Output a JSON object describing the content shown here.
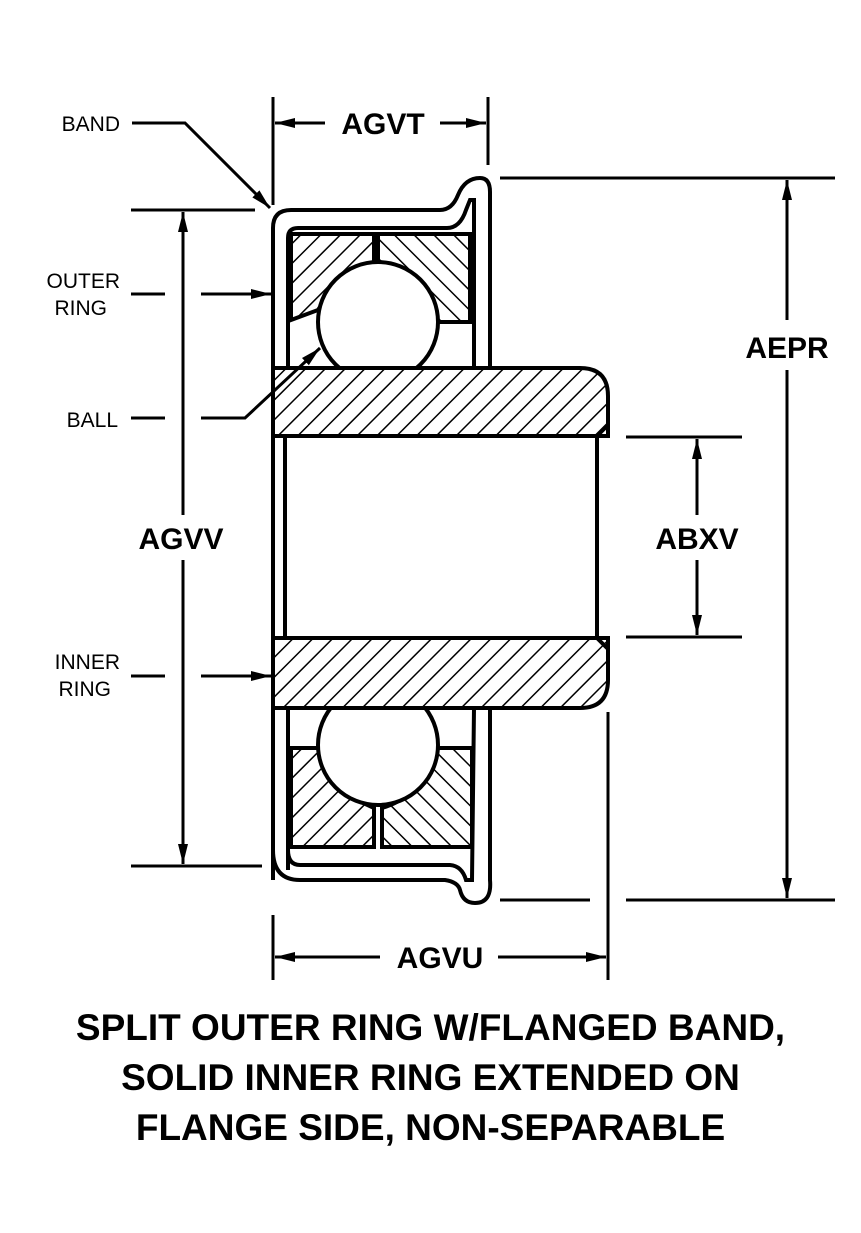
{
  "diagram": {
    "subject": "Flanged ball bearing cross-section",
    "colors": {
      "ink": "#000000",
      "paper": "#ffffff"
    },
    "callouts": {
      "band": "BAND",
      "outer_ring_line1": "OUTER",
      "outer_ring_line2": "RING",
      "ball": "BALL",
      "inner_ring_line1": "INNER",
      "inner_ring_line2": "RING"
    },
    "dimensions": {
      "top_width": "AGVT",
      "bottom_width": "AGVU",
      "band_outer_diameter": "AGVV",
      "bore_diameter": "ABXV",
      "flange_diameter": "AEPR"
    },
    "caption": [
      "SPLIT OUTER RING W/FLANGED BAND,",
      "SOLID INNER RING EXTENDED ON",
      "FLANGE SIDE, NON-SEPARABLE"
    ]
  }
}
